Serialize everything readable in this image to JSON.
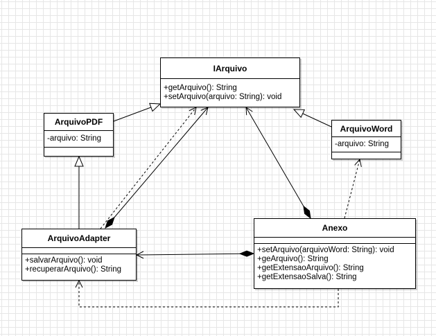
{
  "diagram": {
    "classes": {
      "iarquivo": {
        "name": "IArquivo",
        "attributes": [],
        "methods": [
          "+getArquivo(): String",
          "+setArquivo(arquivo: String): void"
        ]
      },
      "arquivopdf": {
        "name": "ArquivoPDF",
        "attributes": [
          "-arquivo: String"
        ],
        "methods": []
      },
      "arquivoword": {
        "name": "ArquivoWord",
        "attributes": [
          "-arquivo: String"
        ],
        "methods": []
      },
      "arquivoadapter": {
        "name": "ArquivoAdapter",
        "attributes": [],
        "methods": [
          "+salvarArquivo(): void",
          "+recuperarArquivo(): String"
        ]
      },
      "anexo": {
        "name": "Anexo",
        "attributes": [],
        "methods": [
          "+setArquivo(arquivoWord: String): void",
          "+geArquivo(): String",
          "+getExtensaoArquivo(): String",
          "+getExtensaoSalva(): String"
        ]
      }
    },
    "relationships": [
      {
        "from": "ArquivoPDF",
        "to": "IArquivo",
        "type": "generalization"
      },
      {
        "from": "ArquivoWord",
        "to": "IArquivo",
        "type": "generalization"
      },
      {
        "from": "ArquivoAdapter",
        "to": "ArquivoPDF",
        "type": "generalization"
      },
      {
        "from": "ArquivoAdapter",
        "to": "IArquivo",
        "type": "dependency"
      },
      {
        "from": "ArquivoAdapter",
        "to": "IArquivo",
        "type": "composition"
      },
      {
        "from": "Anexo",
        "to": "IArquivo",
        "type": "composition"
      },
      {
        "from": "Anexo",
        "to": "ArquivoAdapter",
        "type": "composition"
      },
      {
        "from": "Anexo",
        "to": "ArquivoWord",
        "type": "dependency"
      },
      {
        "from": "Anexo",
        "to": "ArquivoAdapter",
        "type": "dependency"
      }
    ]
  }
}
